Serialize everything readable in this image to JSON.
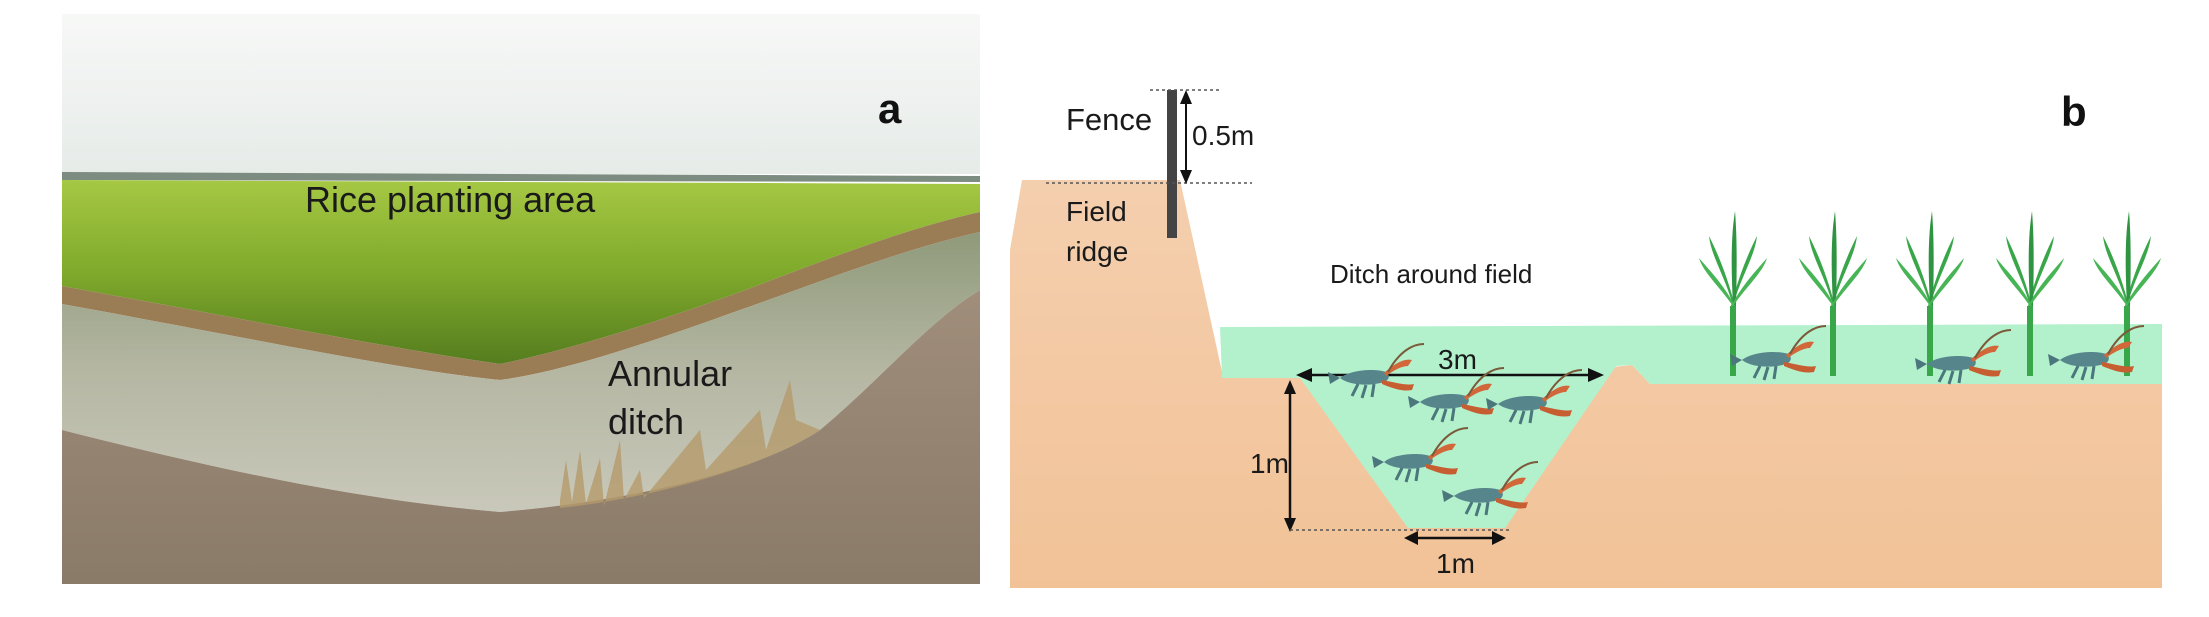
{
  "panel_a": {
    "letter": "a",
    "labels": {
      "rice_area": "Rice planting area",
      "ditch_line1": "Annular",
      "ditch_line2": "ditch"
    }
  },
  "panel_b": {
    "letter": "b",
    "labels": {
      "fence": "Fence",
      "fence_height": "0.5m",
      "ridge_line1": "Field",
      "ridge_line2": "ridge",
      "ditch_title": "Ditch around field",
      "top_width": "3m",
      "depth": "1m",
      "bottom_width": "1m"
    }
  },
  "colors": {
    "soil": "#f2c6a0",
    "water": "#b3f1cd",
    "rice_leaf": "#3aa64a",
    "crayfish": "#4f7f86"
  }
}
